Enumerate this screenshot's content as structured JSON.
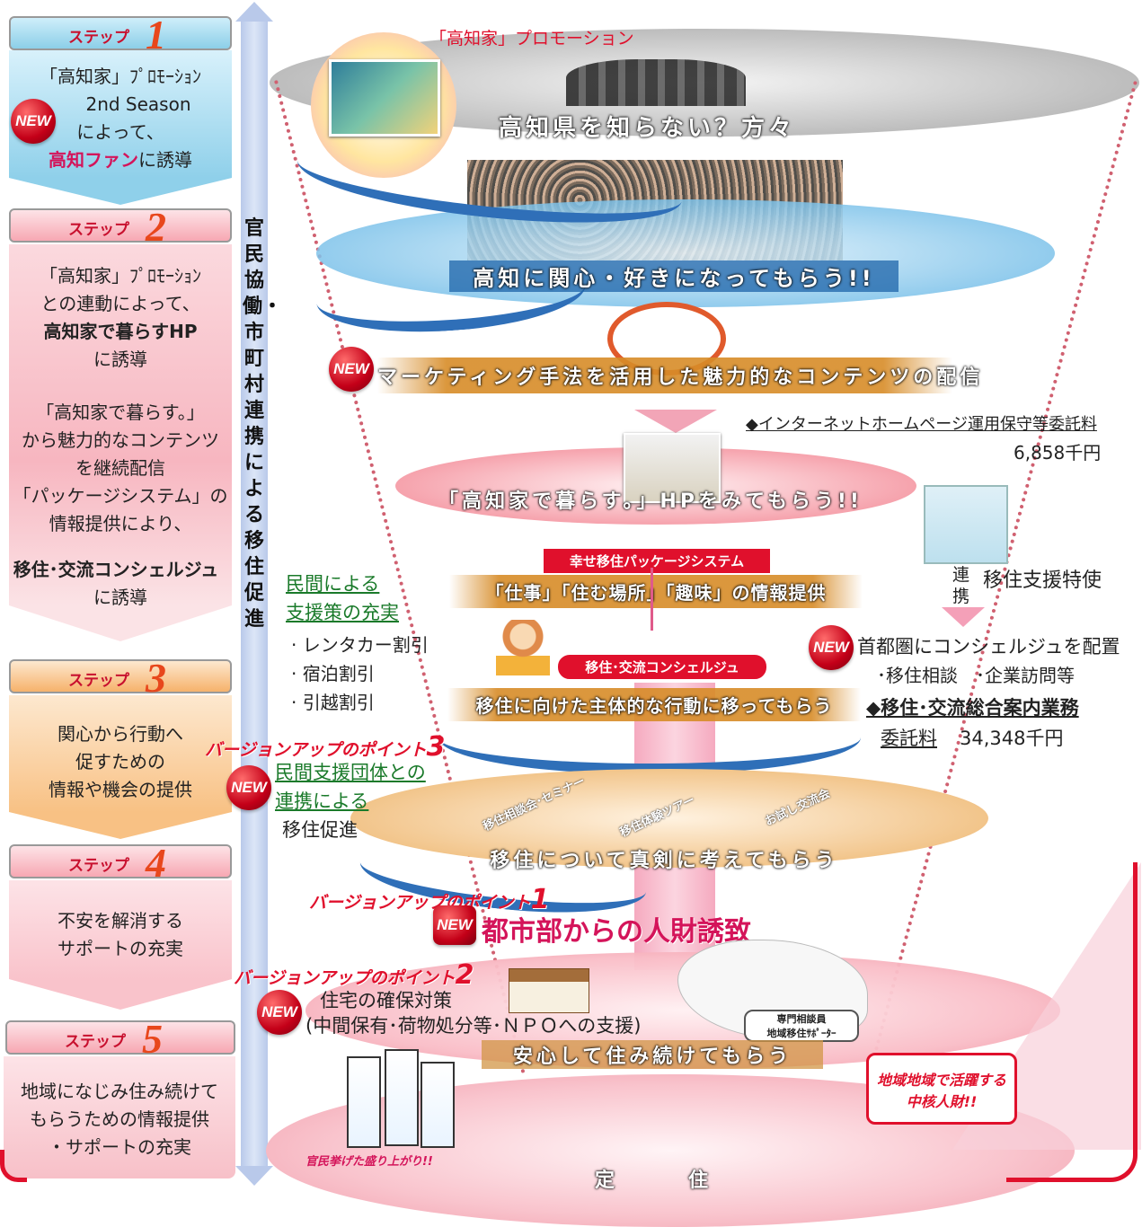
{
  "left_steps": [
    {
      "head": "ステップ",
      "num": "1",
      "lines": [
        "「高知家」ﾌﾟﾛﾓｰｼｮﾝ",
        "2nd Season",
        "によって、"
      ],
      "highlight": "高知ファン",
      "tail": "に誘導"
    },
    {
      "head": "ステップ",
      "num": "2",
      "lines": [
        "「高知家」ﾌﾟﾛﾓｰｼｮﾝ",
        "との連動によって、"
      ],
      "highlight": "高知家で暮らすHP",
      "tail": "に誘導",
      "extra": [
        "「高知家で暮らす。」",
        "から魅力的なコンテンツ",
        "を継続配信",
        "「パッケージシステム」の",
        "情報提供により、"
      ],
      "extra_bold": "移住･交流コンシェルジュ",
      "extra_tail": "に誘導"
    },
    {
      "head": "ステップ",
      "num": "3",
      "lines": [
        "関心から行動へ",
        "促すための",
        "情報や機会の提供"
      ]
    },
    {
      "head": "ステップ",
      "num": "4",
      "lines": [
        "不安を解消する",
        "サポートの充実"
      ]
    },
    {
      "head": "ステップ",
      "num": "5",
      "lines": [
        "地域になじみ住み続けて",
        "もらうための情報提供",
        "・サポートの充実"
      ]
    }
  ],
  "new_label": "NEW",
  "vertical_bar": "官民協働・市町村連携による移住促進",
  "funnel": {
    "promo_title": "「高知家」プロモーション",
    "band1": "高知県を知らない？方々",
    "band2": "高知に関心・好きになってもらう!!",
    "band3": "マーケティング手法を活用した魅力的なコンテンツの配信",
    "band4": "「高知家で暮らす。」HPをみてもらう!!",
    "package_tag": "幸せ移住パッケージシステム",
    "band5": "「仕事」「住む場所」「趣味」の情報提供",
    "concierge_tag": "移住･交流コンシェルジュ",
    "band6": "移住に向けた主体的な行動に移ってもらう",
    "event_labels": [
      "移住相談会･セミナー",
      "移住体験ツアー",
      "お試し交流会"
    ],
    "band7": "移住について真剣に考えてもらう",
    "band8": "安心して住み続けてもらう",
    "band9": "定　住",
    "supporter_tag": "専門相談員\n地域移住ｻﾎﾟｰﾀｰ",
    "banner_caption": "官民挙げた盛り上がり!!"
  },
  "right_notes": {
    "hp_fee_label": "◆インターネットホームページ運用保守等委託料",
    "hp_fee_value": "6,858千円",
    "renkei": "連携",
    "envoy": "移住支援特使",
    "concierge_place": "首都圏にコンシェルジュを配置",
    "concierge_items": "･移住相談　･企業訪問等",
    "general_fee_label": "◆移住･交流総合案内業務",
    "general_fee_label2": "委託料",
    "general_fee_value": "34,348千円",
    "core_person": "地域地域で活躍する\n中核人財!!"
  },
  "middle_notes": {
    "private_support_title1": "民間による",
    "private_support_title2": "支援策の充実",
    "private_support_items": [
      "レンタカー割引",
      "宿泊割引",
      "引越割引"
    ],
    "vp3_label": "バージョンアップのポイント",
    "vp3_num": "3",
    "vp3_text1": "民間支援団体との",
    "vp3_text2": "連携による",
    "vp3_text3": "移住促進",
    "vp1_label": "バージョンアップのポイント",
    "vp1_num": "1",
    "vp1_text": "都市部からの人財誘致",
    "vp2_label": "バージョンアップのポイント",
    "vp2_num": "2",
    "vp2_text1": "住宅の確保対策",
    "vp2_text2": "(中間保有･荷物処分等･ＮＰＯへの支援)"
  },
  "colors": {
    "accent_red": "#d4145a",
    "step_pink": "#f7a8b3",
    "step_blue": "#9dd5ec",
    "step_orange": "#f6b26b"
  }
}
